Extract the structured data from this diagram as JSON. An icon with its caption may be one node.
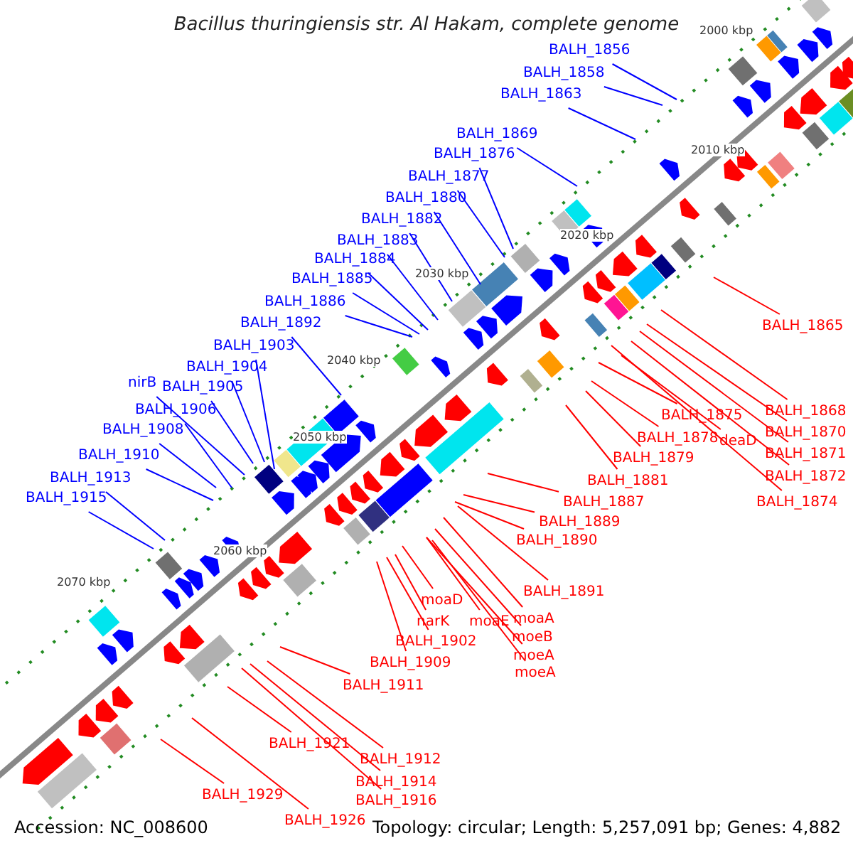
{
  "diagram": {
    "title": "Bacillus thuringiensis str. Al Hakam, complete genome",
    "nodes": [
      {
        "text": [
          "BALH_1856"
        ]
      },
      {
        "text": [
          "BALH_1858"
        ]
      },
      {
        "text": [
          "BALH_1863"
        ]
      },
      {
        "text": [
          "BALH_1869"
        ]
      },
      {
        "text": [
          "BALH_1876"
        ]
      },
      {
        "text": [
          "BALH_1877"
        ]
      },
      {
        "text": [
          "BALH_1880"
        ]
      },
      {
        "text": [
          "BALH_1882"
        ]
      },
      {
        "text": [
          "BALH_1883"
        ]
      },
      {
        "text": [
          "BALH_1884"
        ]
      },
      {
        "text": [
          "BALH_1885"
        ]
      },
      {
        "text": [
          "BALH_1886"
        ]
      },
      {
        "text": [
          "BALH_1892"
        ]
      },
      {
        "text": [
          "BALH_1903"
        ]
      },
      {
        "text": [
          "BALH_1904"
        ]
      },
      {
        "text": [
          "nirB"
        ]
      },
      {
        "text": [
          "BALH_1905"
        ]
      },
      {
        "text": [
          "BALH_1906"
        ]
      },
      {
        "text": [
          "BALH_1908"
        ]
      },
      {
        "text": [
          "BALH_1910"
        ]
      },
      {
        "text": [
          "BALH_1913"
        ]
      },
      {
        "text": [
          "BALH_1915"
        ]
      },
      {
        "text": [
          "BALH_1865"
        ]
      },
      {
        "text": [
          "BALH_1868"
        ]
      },
      {
        "text": [
          "BALH_1875"
        ]
      },
      {
        "text": [
          "BALH_1870"
        ]
      },
      {
        "text": [
          "BALH_1878"
        ]
      },
      {
        "text": [
          "deaD"
        ]
      },
      {
        "text": [
          "BALH_1871"
        ]
      },
      {
        "text": [
          "BALH_1879"
        ]
      },
      {
        "text": [
          "BALH_1872"
        ]
      },
      {
        "text": [
          "BALH_1881"
        ]
      },
      {
        "text": [
          "BALH_1874"
        ]
      },
      {
        "text": [
          "BALH_1887"
        ]
      },
      {
        "text": [
          "BALH_1889"
        ]
      },
      {
        "text": [
          "BALH_1890"
        ]
      },
      {
        "text": [
          "BALH_1891"
        ]
      },
      {
        "text": [
          "moaD"
        ]
      },
      {
        "text": [
          "moaA"
        ]
      },
      {
        "text": [
          "narK"
        ]
      },
      {
        "text": [
          "moaE"
        ]
      },
      {
        "text": [
          "moeB"
        ]
      },
      {
        "text": [
          "BALH_1902"
        ]
      },
      {
        "text": [
          "moeA"
        ]
      },
      {
        "text": [
          "BALH_1909"
        ]
      },
      {
        "text": [
          "moeA"
        ]
      },
      {
        "text": [
          "BALH_1911"
        ]
      },
      {
        "text": [
          "BALH_1921"
        ]
      },
      {
        "text": [
          "BALH_1912"
        ]
      },
      {
        "text": [
          "BALH_1914"
        ]
      },
      {
        "text": [
          "BALH_1929"
        ]
      },
      {
        "text": [
          "BALH_1916"
        ]
      },
      {
        "text": [
          "BALH_1926"
        ]
      }
    ],
    "edges": [
      {
        "from": 0,
        "to": null,
        "arrow": "none",
        "color": "#0000ff"
      },
      {
        "from": 1,
        "to": null,
        "arrow": "none",
        "color": "#0000ff"
      },
      {
        "from": 2,
        "to": null,
        "arrow": "none",
        "color": "#0000ff"
      },
      {
        "from": 3,
        "to": null,
        "arrow": "none",
        "color": "#0000ff"
      },
      {
        "from": 4,
        "to": null,
        "arrow": "none",
        "color": "#0000ff"
      },
      {
        "from": 5,
        "to": null,
        "arrow": "none",
        "color": "#0000ff"
      },
      {
        "from": 6,
        "to": null,
        "arrow": "none",
        "color": "#0000ff"
      },
      {
        "from": 7,
        "to": null,
        "arrow": "none",
        "color": "#0000ff"
      },
      {
        "from": 8,
        "to": null,
        "arrow": "none",
        "color": "#0000ff"
      },
      {
        "from": 9,
        "to": null,
        "arrow": "none",
        "color": "#0000ff"
      },
      {
        "from": 10,
        "to": null,
        "arrow": "none",
        "color": "#0000ff"
      },
      {
        "from": 11,
        "to": null,
        "arrow": "none",
        "color": "#0000ff"
      },
      {
        "from": 12,
        "to": null,
        "arrow": "none",
        "color": "#0000ff"
      },
      {
        "from": 13,
        "to": null,
        "arrow": "none",
        "color": "#0000ff"
      },
      {
        "from": 14,
        "to": null,
        "arrow": "none",
        "color": "#0000ff"
      },
      {
        "from": 15,
        "to": null,
        "arrow": "none",
        "color": "#0000ff"
      },
      {
        "from": 16,
        "to": null,
        "arrow": "none",
        "color": "#0000ff"
      },
      {
        "from": 17,
        "to": null,
        "arrow": "none",
        "color": "#0000ff"
      },
      {
        "from": 18,
        "to": null,
        "arrow": "none",
        "color": "#0000ff"
      },
      {
        "from": 19,
        "to": null,
        "arrow": "none",
        "color": "#0000ff"
      },
      {
        "from": 20,
        "to": null,
        "arrow": "none",
        "color": "#0000ff"
      },
      {
        "from": 21,
        "to": null,
        "arrow": "none",
        "color": "#0000ff"
      },
      {
        "from": 22,
        "to": null,
        "arrow": "none"
      },
      {
        "from": 23,
        "to": null,
        "arrow": "none"
      },
      {
        "from": 24,
        "to": null,
        "arrow": "none"
      },
      {
        "from": 25,
        "to": null,
        "arrow": "none"
      },
      {
        "from": 26,
        "to": null,
        "arrow": "none"
      },
      {
        "from": 27,
        "to": null,
        "arrow": "none"
      },
      {
        "from": 28,
        "to": null,
        "arrow": "none"
      },
      {
        "from": 29,
        "to": null,
        "arrow": "none"
      },
      {
        "from": 30,
        "to": null,
        "arrow": "none"
      },
      {
        "from": 31,
        "to": null,
        "arrow": "none"
      },
      {
        "from": 32,
        "to": null,
        "arrow": "none"
      },
      {
        "from": 33,
        "to": null,
        "arrow": "none"
      },
      {
        "from": 34,
        "to": null,
        "arrow": "none"
      },
      {
        "from": 35,
        "to": null,
        "arrow": "none"
      },
      {
        "from": 36,
        "to": null,
        "arrow": "none"
      },
      {
        "from": 37,
        "to": null,
        "arrow": "none"
      },
      {
        "from": 38,
        "to": null,
        "arrow": "none"
      },
      {
        "from": 39,
        "to": null,
        "arrow": "none"
      },
      {
        "from": 40,
        "to": null,
        "arrow": "none"
      },
      {
        "from": 41,
        "to": null,
        "arrow": "none"
      },
      {
        "from": 42,
        "to": null,
        "arrow": "none"
      },
      {
        "from": 43,
        "to": null,
        "arrow": "none"
      },
      {
        "from": 44,
        "to": null,
        "arrow": "none"
      },
      {
        "from": 45,
        "to": null,
        "arrow": "none"
      },
      {
        "from": 46,
        "to": null,
        "arrow": "none"
      },
      {
        "from": 47,
        "to": null,
        "arrow": "none"
      },
      {
        "from": 48,
        "to": null,
        "arrow": "none"
      },
      {
        "from": 49,
        "to": null,
        "arrow": "none"
      },
      {
        "from": 50,
        "to": null,
        "arrow": "none"
      },
      {
        "from": 51,
        "to": null,
        "arrow": "none"
      },
      {
        "from": 52,
        "to": null,
        "arrow": "none"
      }
    ],
    "labels": [
      "2000 kbp",
      "2010 kbp",
      "2020 kbp",
      "2030 kbp",
      "2040 kbp",
      "2050 kbp",
      "2060 kbp",
      "2070 kbp",
      "Accession: NC_008600",
      "Topology: circular; Length: 5,257,091 bp; Genes: 4,882"
    ]
  }
}
